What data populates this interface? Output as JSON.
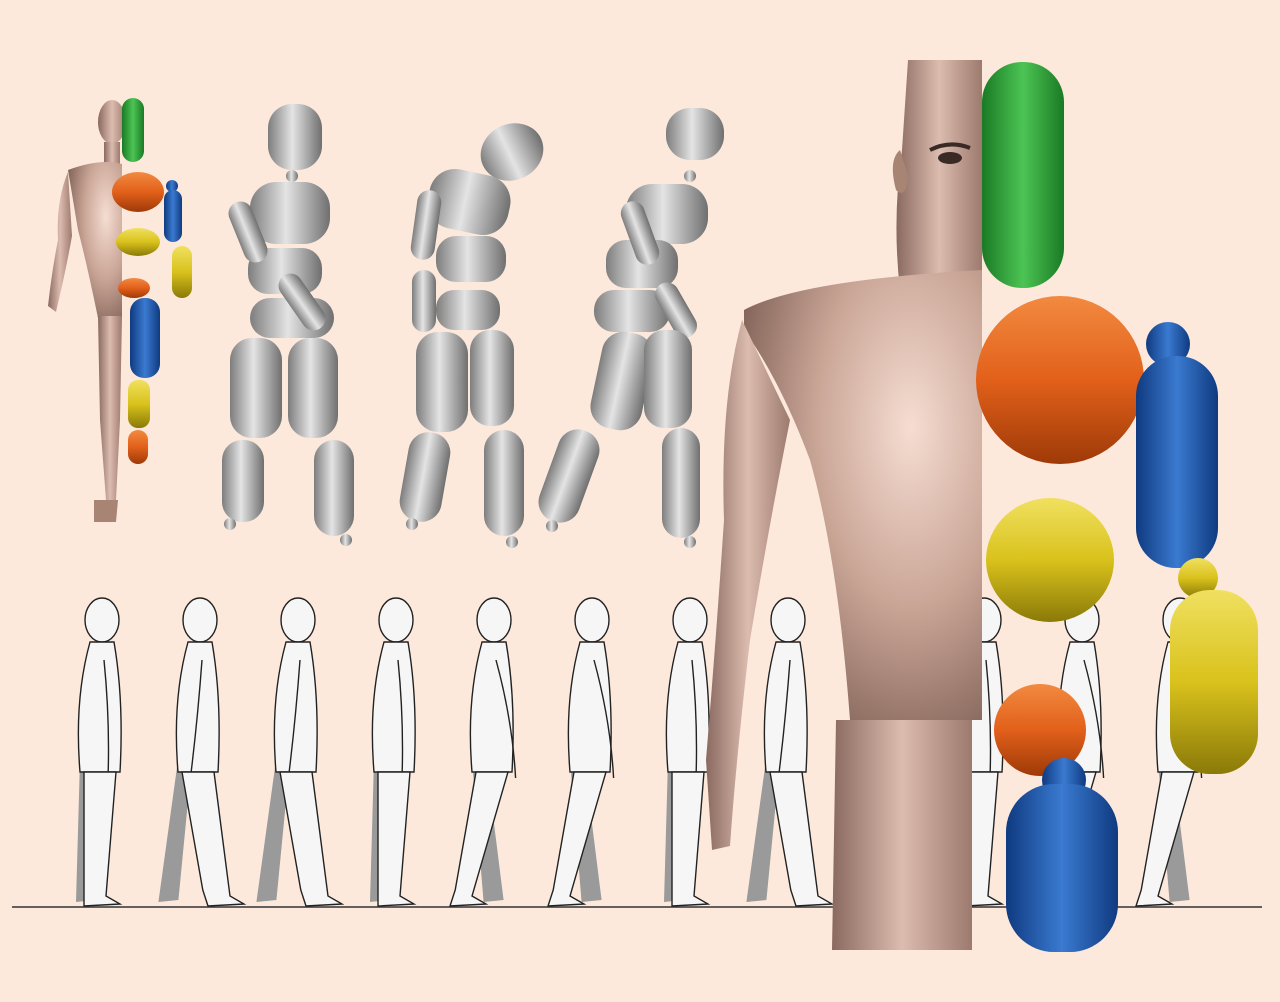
{
  "figure": {
    "background_color": "#fde9dc",
    "skin_color": "#c9a596",
    "mannequin_gray": "#b9b9b9",
    "silhouette_fill": "#f6f6f6",
    "silhouette_shadow": "#9a9a9a",
    "segment_colors": {
      "head": "#2fa83a",
      "chest": "#e2601a",
      "abdomen": "#d9c21c",
      "pelvis": "#e2601a",
      "upper_arm": "#1f58b0",
      "forearm": "#d9c21c",
      "thigh": "#1f58b0",
      "shin": "#d9c21c",
      "foot": "#e2601a"
    },
    "mannequin_poses": [
      "upright",
      "bent-forward",
      "crouched"
    ],
    "walk_cycle_frames": 12
  }
}
